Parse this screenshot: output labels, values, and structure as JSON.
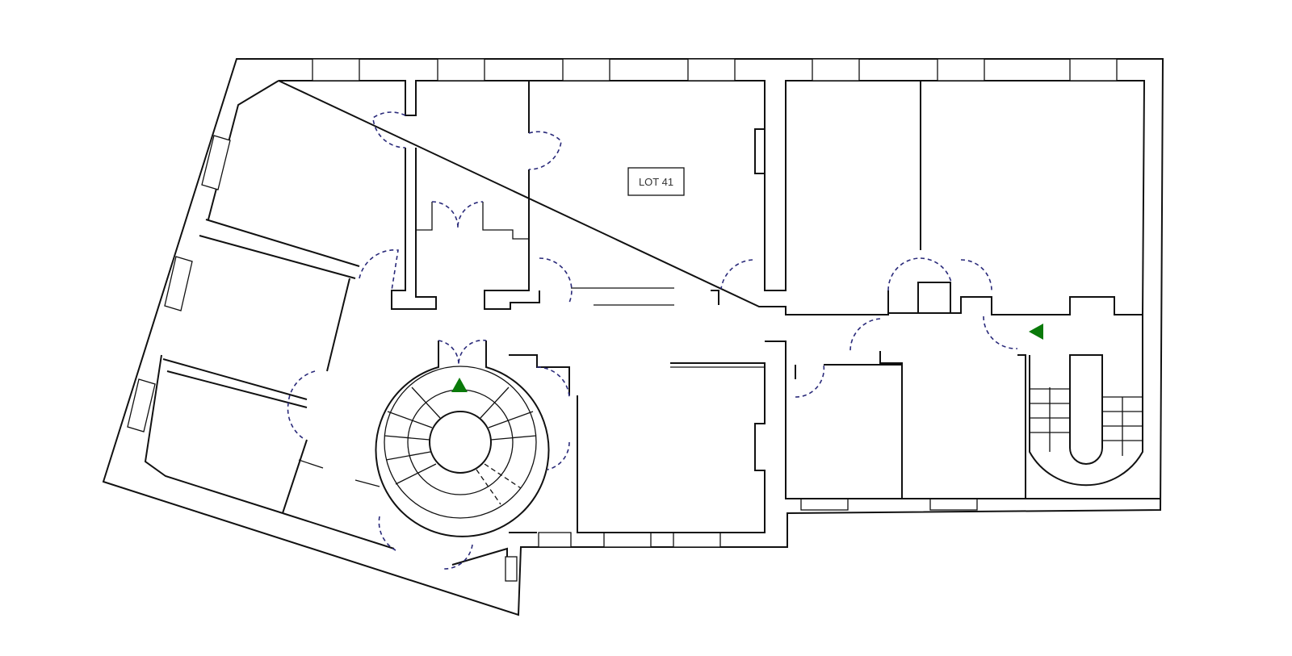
{
  "plan": {
    "lot_label": "LOT 41",
    "marker_color": "#0a7a0a",
    "door_color": "#2a2a7a",
    "markers": [
      {
        "name": "spiral-stair-entrance",
        "direction": "up"
      },
      {
        "name": "service-stair-entrance",
        "direction": "left"
      }
    ]
  }
}
